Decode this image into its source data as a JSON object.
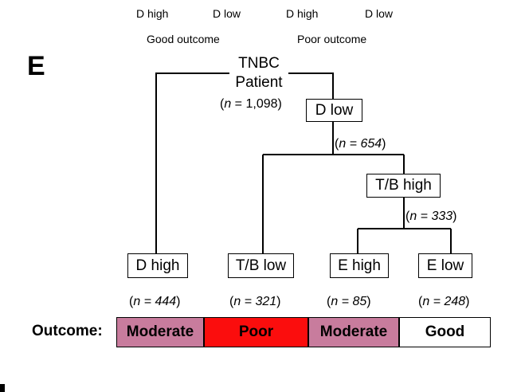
{
  "header": {
    "top_labels": [
      "D high",
      "D low",
      "D high",
      "D low"
    ],
    "outcome_labels": [
      "Good outcome",
      "Poor outcome"
    ]
  },
  "panel_letter": "E",
  "root": {
    "line1": "TNBC",
    "line2": "Patient",
    "n_prefix": "(",
    "n_var": "n",
    "n_value": " = 1,098)"
  },
  "nodes": {
    "d_low": "D low",
    "tb_high": "T/B high",
    "d_high": "D high",
    "tb_low": "T/B low",
    "e_high": "E high",
    "e_low": "E low"
  },
  "branch_counts": {
    "d_low": "n = 654",
    "tb_high": "n = 333"
  },
  "leaf_counts": [
    "n = 444",
    "n = 321",
    "n = 85",
    "n = 248"
  ],
  "outcome": {
    "label": "Outcome:",
    "cells": [
      {
        "text": "Moderate",
        "color": "#c87c9d"
      },
      {
        "text": "Poor",
        "color": "#fb0d0d"
      },
      {
        "text": "Moderate",
        "color": "#c87c9d"
      },
      {
        "text": "Good",
        "color": "#ffffff"
      }
    ]
  }
}
